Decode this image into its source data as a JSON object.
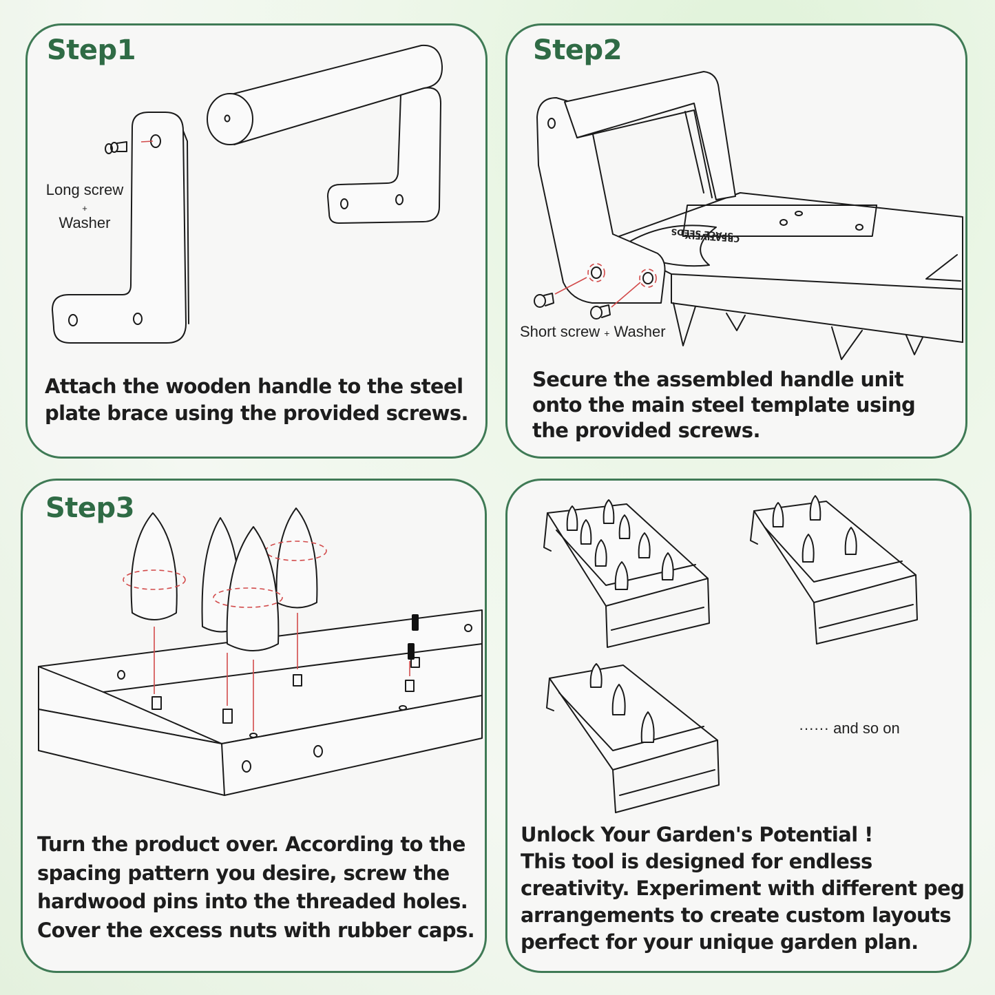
{
  "step1": {
    "title": "Step1",
    "label_screw": "Long screw",
    "label_plus": "+",
    "label_washer": "Washer",
    "description": "Attach the wooden handle to the steel plate brace using the provided screws."
  },
  "step2": {
    "title": "Step2",
    "label_screw": "Short screw",
    "label_plus": "+",
    "label_washer": "Washer",
    "engraving_1": "SPACE SEEDS",
    "engraving_2": "CREATIVELY",
    "description": "Secure the assembled handle unit onto the main steel template using the provided screws."
  },
  "step3": {
    "title": "Step3",
    "description": "Turn the product over. According to the spacing pattern you desire, screw the hardwood pins into the threaded holes. Cover the excess nuts with rubber caps."
  },
  "step4": {
    "and_so_on": "······ and so on",
    "headline": "Unlock Your Garden's Potential !",
    "description": "This tool is designed for endless creativity. Experiment with different peg arrangements to create custom layouts perfect for your unique garden plan."
  },
  "colors": {
    "accent": "#3f7a55",
    "title": "#2f6b45",
    "arrow": "#d24a4a"
  }
}
